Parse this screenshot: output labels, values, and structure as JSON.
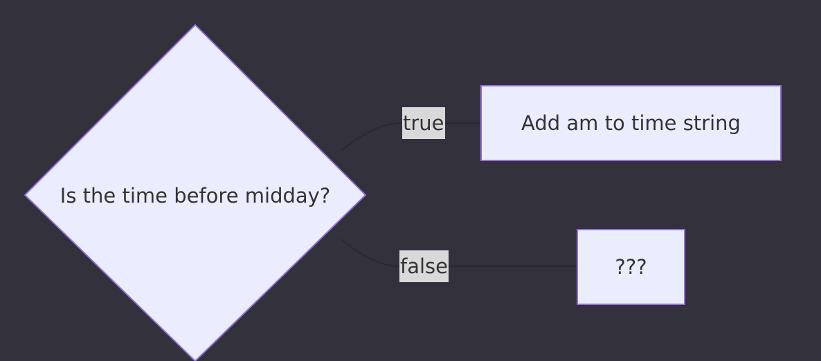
{
  "diagram": {
    "decision": {
      "label": "Is the time before midday?"
    },
    "nodes": [
      {
        "id": "am",
        "label": "Add am to time string"
      },
      {
        "id": "unknown",
        "label": "???"
      }
    ],
    "edges": [
      {
        "from": "decision",
        "to": "am",
        "label": "true"
      },
      {
        "from": "decision",
        "to": "unknown",
        "label": "false"
      }
    ],
    "colors": {
      "background": "#33313b",
      "node_fill": "#ececff",
      "node_stroke": "#9370db",
      "edge_label_bg": "#d9d9d9",
      "edge_line": "#2a2830",
      "text": "#333333"
    }
  }
}
